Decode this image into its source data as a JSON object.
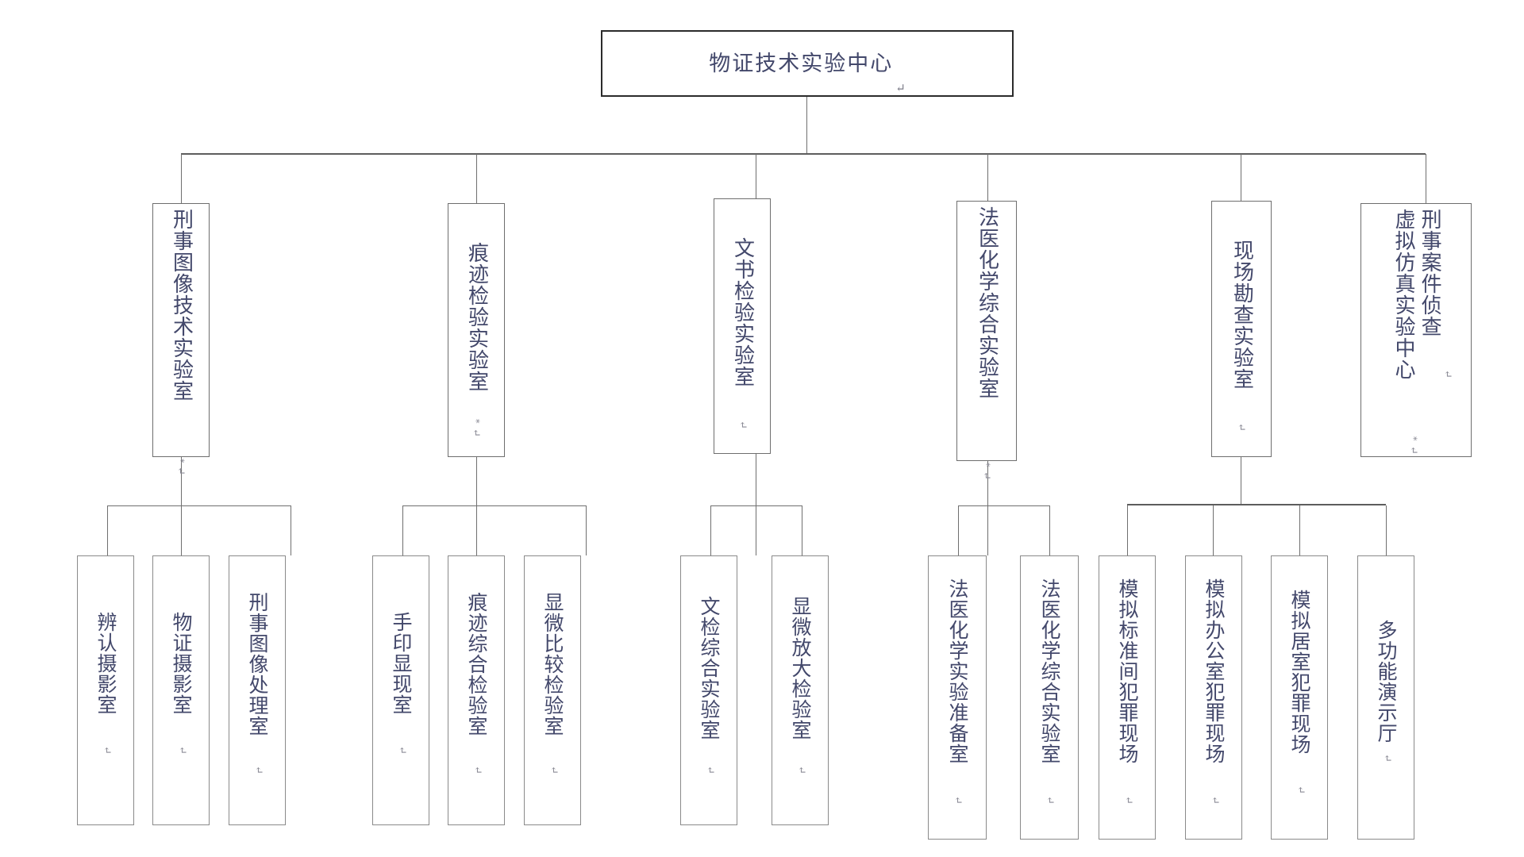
{
  "diagram": {
    "title": "物证技术实验中心",
    "type": "organization-chart",
    "orientation": "top-down",
    "text_direction": "vertical-rl",
    "colors": {
      "text": "#43486b",
      "box_border": "#7a7a7a",
      "root_border": "#2b2b2b",
      "connector": "#6f6f6f",
      "background": "#ffffff",
      "mark": "#8a8a95"
    },
    "paragraph_mark": "↵",
    "dot_mark": "*"
  },
  "root": {
    "label": "物证技术实验中心",
    "mark": "↵"
  },
  "level2": [
    {
      "id": "l2-0",
      "label": "刑事图像技术实验室",
      "mark_dot": "*",
      "mark": "↵"
    },
    {
      "id": "l2-1",
      "label": "痕迹检验实验室",
      "mark_dot": "*",
      "mark": "↵"
    },
    {
      "id": "l2-2",
      "label": "文书检验实验室",
      "mark_dot": "",
      "mark": "↵"
    },
    {
      "id": "l2-3",
      "label": "法医化学综合实验室",
      "mark_dot": "*",
      "mark": "↵"
    },
    {
      "id": "l2-4",
      "label": "现场勘查实验室",
      "mark_dot": "",
      "mark": "↵"
    },
    {
      "id": "l2-5",
      "label": "刑事案件侦查",
      "label_secondary": "虚拟仿真实验中心",
      "mark_dot": "*",
      "mark": "↵",
      "mark_secondary": "↵"
    }
  ],
  "level3": {
    "group0": [
      {
        "id": "l3-0-0",
        "label": "辨认摄影室",
        "mark": "↵"
      },
      {
        "id": "l3-0-1",
        "label": "物证摄影室",
        "mark": "↵"
      },
      {
        "id": "l3-0-2",
        "label": "刑事图像处理室",
        "mark": "↵"
      }
    ],
    "group1": [
      {
        "id": "l3-1-0",
        "label": "手印显现室",
        "mark": "↵"
      },
      {
        "id": "l3-1-1",
        "label": "痕迹综合检验室",
        "mark": "↵"
      },
      {
        "id": "l3-1-2",
        "label": "显微比较检验室",
        "mark": "↵"
      }
    ],
    "group2": [
      {
        "id": "l3-2-0",
        "label": "文检综合实验室",
        "mark": "↵"
      },
      {
        "id": "l3-2-1",
        "label": "显微放大检验室",
        "mark": "↵"
      }
    ],
    "group3": [
      {
        "id": "l3-3-0",
        "label": "法医化学实验准备室",
        "mark": "↵"
      },
      {
        "id": "l3-3-1",
        "label": "法医化学综合实验室",
        "mark": "↵"
      }
    ],
    "group4": [
      {
        "id": "l3-4-0",
        "label": "模拟标准间犯罪现场",
        "mark": "↵"
      },
      {
        "id": "l3-4-1",
        "label": "模拟办公室犯罪现场",
        "mark": "↵"
      },
      {
        "id": "l3-4-2",
        "label": "模拟居室犯罪现场",
        "mark": "↵"
      },
      {
        "id": "l3-4-3",
        "label": "多功能演示厅",
        "mark": "↵"
      }
    ]
  }
}
